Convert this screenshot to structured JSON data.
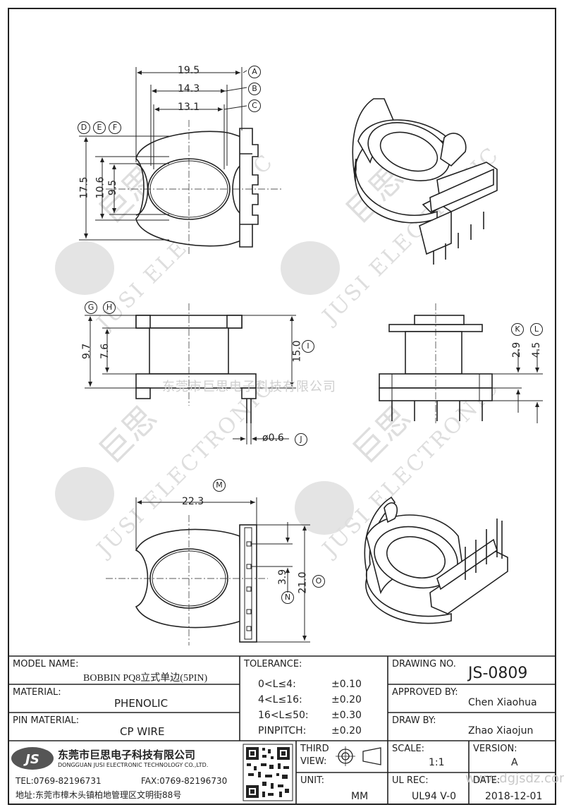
{
  "watermark": {
    "company": "东莞市巨思电子科技有限公司",
    "brand_en": "JUSI ELECTRONIC",
    "brand_cn": "巨思",
    "logo": "JS",
    "site": "www.dgjsdz.com"
  },
  "dimensions": {
    "top_view": {
      "d_195": "19.5",
      "d_143": "14.3",
      "d_131": "13.1",
      "d_175": "17.5",
      "d_106": "10.6",
      "d_95": "9.5"
    },
    "front_view": {
      "d_97": "9.7",
      "d_76": "7.6",
      "d_150": "15.0",
      "d_06": "ø0.6"
    },
    "side_view": {
      "d_29": "2.9",
      "d_45": "4.5"
    },
    "bottom_view": {
      "d_223": "22.3",
      "d_39": "3.9",
      "d_210": "21.0"
    }
  },
  "callouts": {
    "A": "A",
    "B": "B",
    "C": "C",
    "D": "D",
    "E": "E",
    "F": "F",
    "G": "G",
    "H": "H",
    "I": "I",
    "J": "J",
    "K": "K",
    "L": "L",
    "M": "M",
    "N": "N",
    "O": "O"
  },
  "title_block": {
    "model_name_label": "MODEL NAME:",
    "model_name_value": "BOBBIN PQ8立式单边(5PIN)",
    "material_label": "MATERIAL:",
    "material_value": "PHENOLIC",
    "pin_material_label": "PIN MATERIAL:",
    "pin_material_value": "CP WIRE",
    "tolerance_label": "TOLERANCE:",
    "tolerances": [
      {
        "range": "0<L≤4:",
        "value": "±0.10"
      },
      {
        "range": "4<L≤16:",
        "value": "±0.20"
      },
      {
        "range": "16<L≤50:",
        "value": "±0.30"
      },
      {
        "range": "PINPITCH:",
        "value": "±0.20"
      }
    ],
    "drawing_no_label": "DRAWING NO.",
    "drawing_no_value": "JS-0809",
    "approved_by_label": "APPROVED BY:",
    "approved_by_value": "Chen Xiaohua",
    "draw_by_label": "DRAW BY:",
    "draw_by_value": "Zhao Xiaojun",
    "company_cn": "东莞市巨思电子科技有限公司",
    "company_en": "DONGGUAN JUSI ELECTRONIC TECHNOLOGY CO.,LTD.",
    "tel": "TEL:0769-82196731",
    "fax": "FAX:0769-82196730",
    "address": "地址:东莞市樟木头镇柏地管理区文明街88号",
    "third_view_label_1": "THIRD",
    "third_view_label_2": "VIEW:",
    "unit_label": "UNIT:",
    "unit_value": "MM",
    "scale_label": "SCALE:",
    "scale_value": "1:1",
    "version_label": "VERSION:",
    "version_value": "A",
    "ul_rec_label": "UL REC:",
    "ul_rec_value": "UL94 V-0",
    "date_label": "DATE:",
    "date_value": "2018-12-01"
  }
}
